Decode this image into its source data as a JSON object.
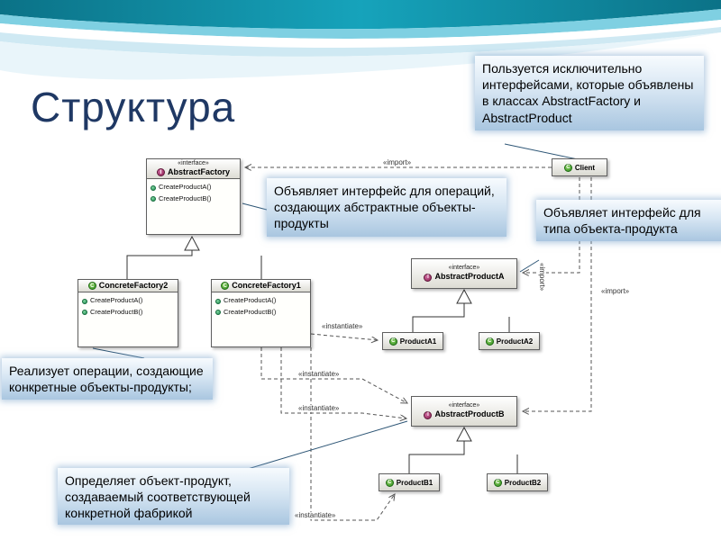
{
  "slide": {
    "title": "Структура"
  },
  "icons": {
    "interface_letter": "I",
    "class_letter": "C"
  },
  "colors": {
    "title_navy": "#1F3864",
    "band_teal": "#15A0B8",
    "callout_blue": "#BBD2E8",
    "class_icon_green": "#2F8C1F",
    "interface_icon_magenta": "#8B1E52"
  },
  "classes": {
    "abstract_factory": {
      "stereotype": "«interface»",
      "name": "AbstractFactory",
      "methods": [
        "CreateProductA()",
        "CreateProductB()"
      ]
    },
    "client": {
      "name": "Client"
    },
    "concrete_factory2": {
      "name": "ConcreteFactory2",
      "methods": [
        "CreateProductA()",
        "CreateProductB()"
      ]
    },
    "concrete_factory1": {
      "name": "ConcreteFactory1",
      "methods": [
        "CreateProductA()",
        "CreateProductB()"
      ]
    },
    "abstract_product_a": {
      "stereotype": "«interface»",
      "name": "AbstractProductA"
    },
    "product_a1": {
      "name": "ProductA1"
    },
    "product_a2": {
      "name": "ProductA2"
    },
    "abstract_product_b": {
      "stereotype": "«interface»",
      "name": "AbstractProductB"
    },
    "product_b1": {
      "name": "ProductB1"
    },
    "product_b2": {
      "name": "ProductB2"
    }
  },
  "callouts": {
    "client_note": "Пользуется исключительно интерфейсами, которые объявлены в классах AbstractFactory и AbstractProduct",
    "factory_note": "Объявляет интерфейс для операций, создающих абстрактные объекты-продукты",
    "product_type_note": "Объявляет интерфейс для типа объекта-продукта",
    "concrete_note": "Реализует операции, создающие конкретные объекты-продукты;",
    "product_note": "Определяет объект-продукт, создаваемый соответствующей конкретной фабрикой"
  },
  "edge_labels": {
    "import_client_factory": "«import»",
    "import_client_product_a": "«import»",
    "import_client_product_b": "«import»",
    "instantiate_a1": "«instantiate»",
    "instantiate_upper": "«instantiate»",
    "instantiate_lower": "«instantiate»",
    "instantiate_b1": "«instantiate»"
  }
}
